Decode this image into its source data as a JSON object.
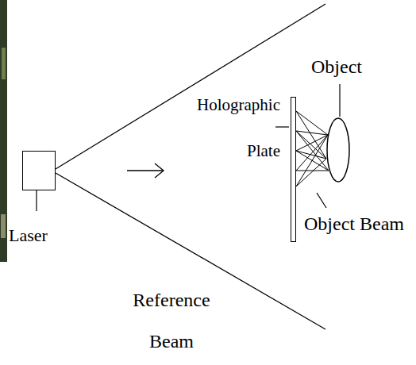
{
  "diagram": {
    "nodes": [
      {
        "text": [
          "Laser"
        ]
      },
      {
        "text": [
          "Holographic Plate"
        ]
      },
      {
        "text": [
          "Object"
        ]
      }
    ],
    "labels": [
      "Object Beam",
      "Reference Beam"
    ]
  }
}
